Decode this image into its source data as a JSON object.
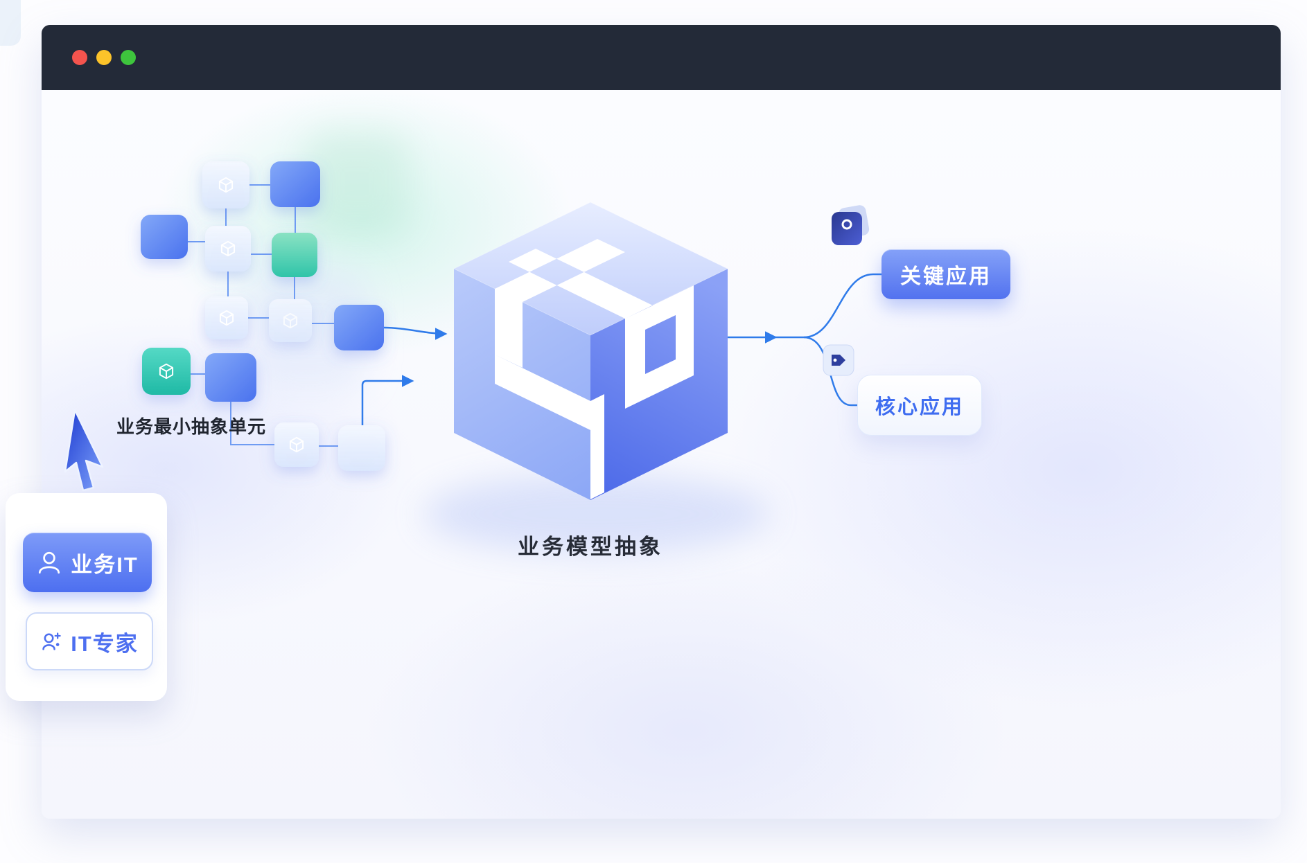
{
  "window": {
    "controls": {
      "close": "close",
      "minimize": "minimize",
      "zoom": "zoom"
    }
  },
  "diagram": {
    "unit_callout": "业务最小抽象单元",
    "cube_caption": "业务模型抽象",
    "outputs": {
      "primary": "关键应用",
      "secondary": "核心应用"
    },
    "roles": {
      "primary": "业务IT",
      "secondary": "IT专家"
    },
    "icons": {
      "node": "cube-3d-icon",
      "pointer": "cursor-arrow-icon",
      "output_primary": "tag-icon",
      "output_secondary": "tag-icon",
      "role_primary": "person-icon",
      "role_secondary": "it-expert-icon"
    }
  },
  "colors": {
    "titlebar": "#232a38",
    "traffic_red": "#f4544e",
    "traffic_yellow": "#fcc32a",
    "traffic_green": "#3ec53d",
    "accent_blue": "#4d6ff0",
    "line_blue": "#2f7bea",
    "teal": "#2fc4a9"
  }
}
